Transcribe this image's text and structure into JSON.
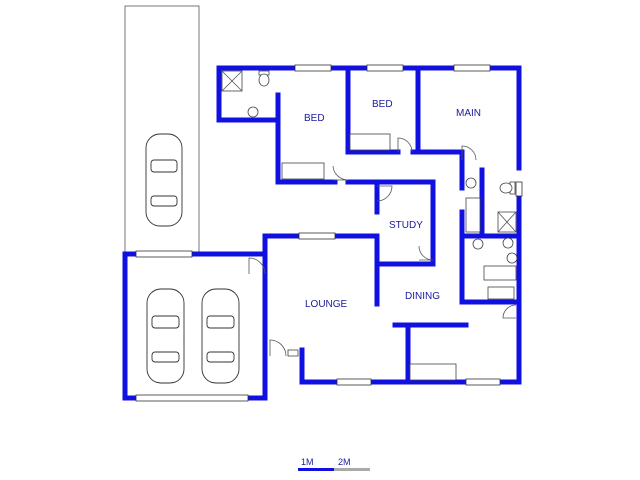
{
  "rooms": {
    "bed1": "BED",
    "bed2": "BED",
    "main": "MAIN",
    "study": "STUDY",
    "lounge": "LOUNGE",
    "dining": "DINING"
  },
  "scale": {
    "label_1": "1M",
    "label_2": "2M"
  },
  "colors": {
    "walls": "#1010e0",
    "labels": "#1a1a9e"
  }
}
